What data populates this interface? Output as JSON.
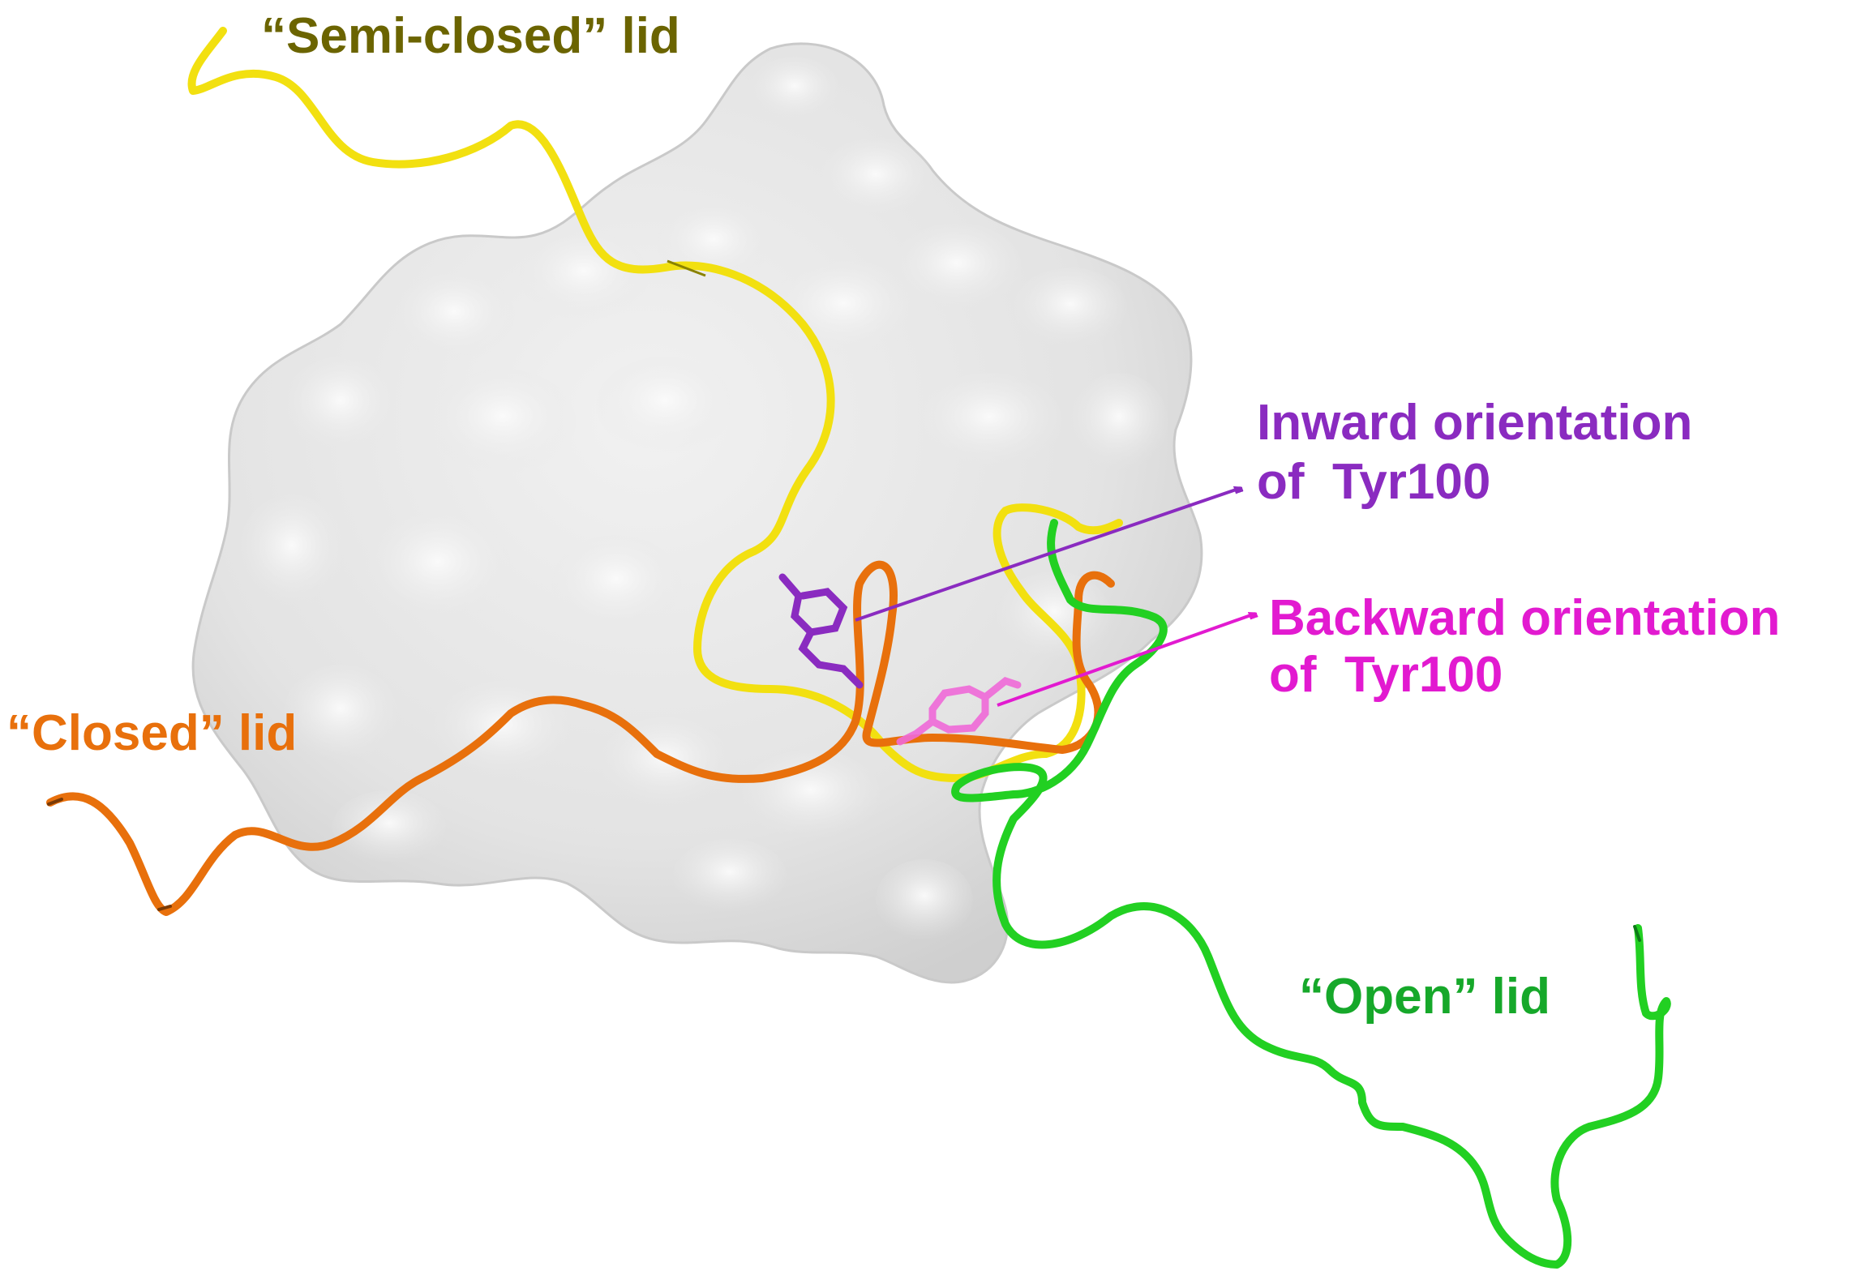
{
  "labels": {
    "semi_closed": "“Semi-closed” lid",
    "closed": "“Closed” lid",
    "open": "“Open” lid",
    "inward_line1": "Inward orientation",
    "inward_line2": "of  Tyr100",
    "backward_line1": "Backward orientation",
    "backward_line2": "of  Tyr100"
  },
  "colors": {
    "semi_closed": "#6b6400",
    "closed": "#e8700c",
    "open": "#16a82a",
    "inward": "#8a2bc0",
    "backward": "#e21ad0",
    "surface": "#e4e4e4",
    "lid_yellow": "#f2e010",
    "lid_orange": "#e8700c",
    "lid_green": "#22d022"
  }
}
